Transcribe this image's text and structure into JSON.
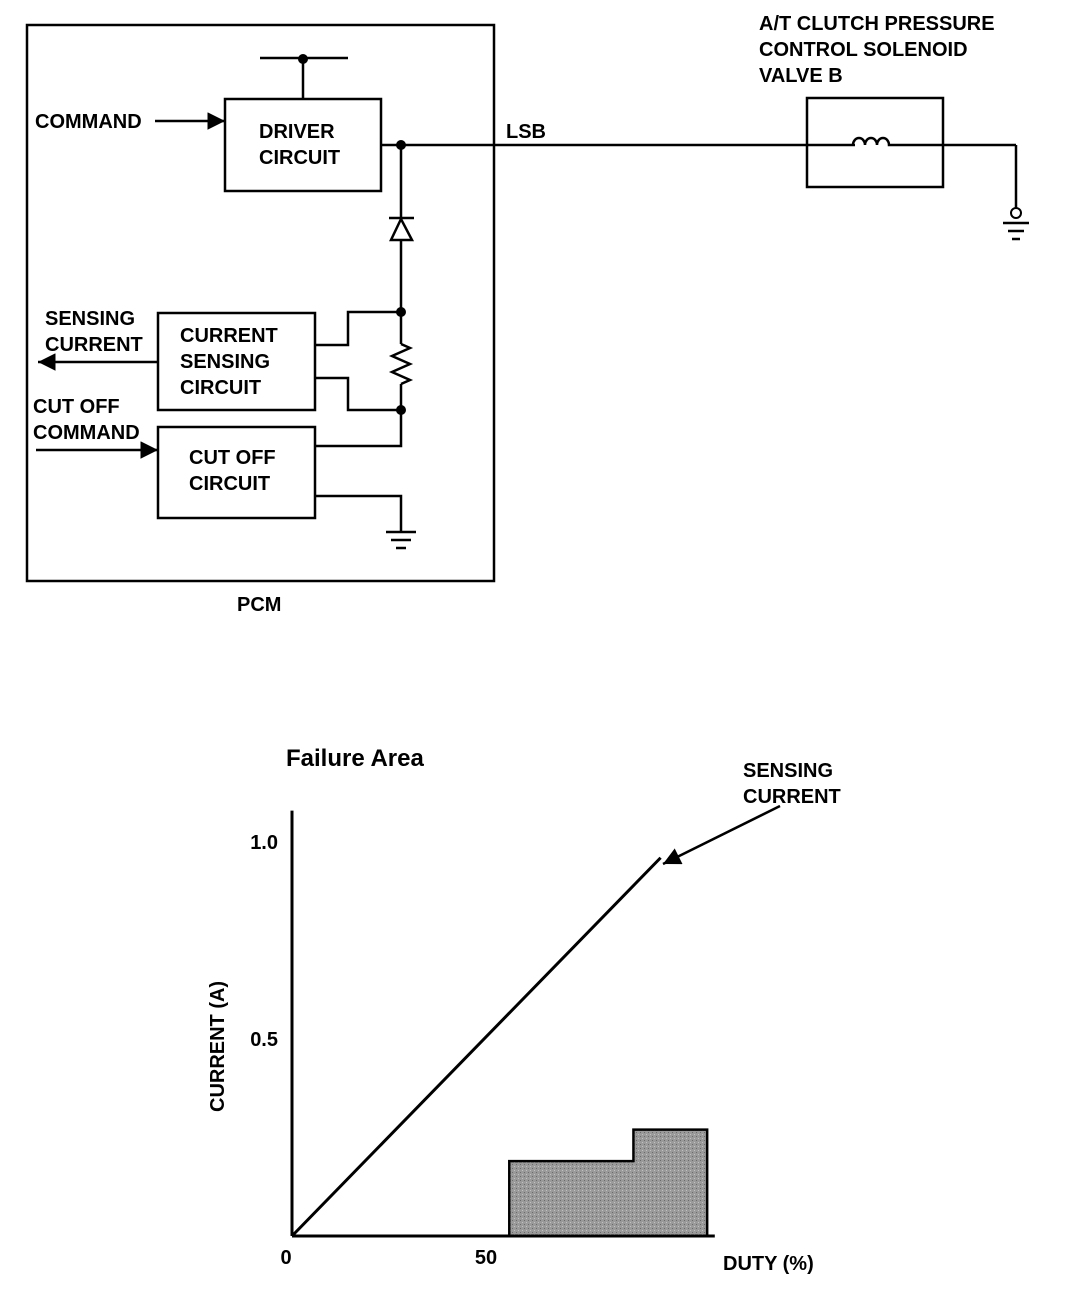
{
  "diagram": {
    "labels": {
      "command": "COMMAND",
      "driver_circuit": [
        "DRIVER",
        "CIRCUIT"
      ],
      "lsb": "LSB",
      "solenoid": [
        "A/T CLUTCH PRESSURE",
        "CONTROL SOLENOID",
        "VALVE B"
      ],
      "sensing_current": [
        "SENSING",
        "CURRENT"
      ],
      "current_sensing_circuit": [
        "CURRENT",
        "SENSING",
        "CIRCUIT"
      ],
      "cut_off_command": [
        "CUT OFF",
        "COMMAND"
      ],
      "cut_off_circuit": [
        "CUT OFF",
        "CIRCUIT"
      ],
      "pcm": "PCM"
    }
  },
  "chart_data": {
    "type": "line",
    "title": "Failure Area",
    "ylabel": "CURRENT (A)",
    "xlabel": "DUTY (%)",
    "x_ticks": [
      "0",
      "50"
    ],
    "y_ticks": [
      "0.5",
      "1.0"
    ],
    "annotation": [
      "SENSING",
      "CURRENT"
    ],
    "xlim": [
      0,
      110
    ],
    "ylim": [
      0,
      1.1
    ],
    "series": [
      {
        "name": "SENSING CURRENT",
        "x": [
          0,
          95
        ],
        "y": [
          0,
          0.96
        ]
      }
    ],
    "failure_area": [
      {
        "x0": 56,
        "x1": 88,
        "y": 0.19
      },
      {
        "x0": 88,
        "x1": 107,
        "y": 0.27
      }
    ]
  }
}
